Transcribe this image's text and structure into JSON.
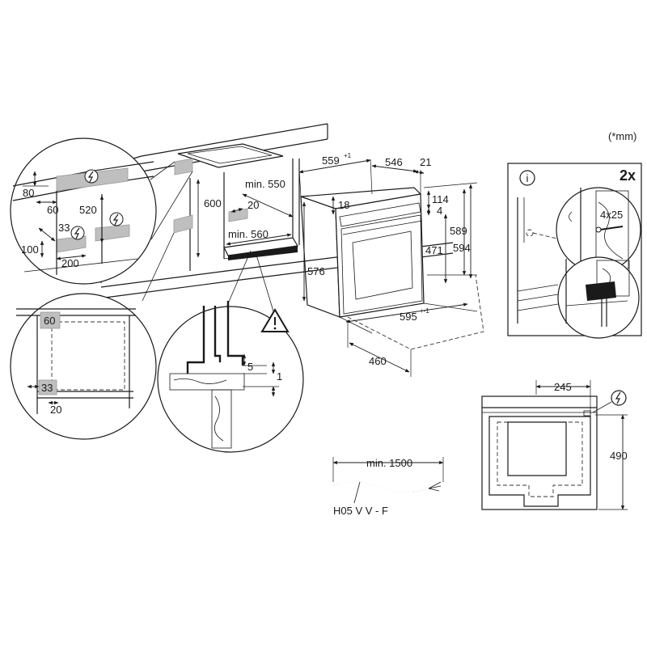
{
  "units_note": "(*mm)",
  "count_label": "2x",
  "info_glyph": "i",
  "icons": {
    "info": "info-icon",
    "electric": "electric-hazard-icon",
    "warning": "warning-triangle-icon"
  },
  "cabinet": {
    "min_depth": "min. 550",
    "min_width": "min. 560",
    "height": "600",
    "gap": "20"
  },
  "socket_detail": {
    "top_offset": "80",
    "offset_60": "60",
    "height_520": "520",
    "offset_33": "33",
    "offset_100": "100",
    "width_200": "200"
  },
  "side_detail": {
    "top_box": "60",
    "bottom_box": "33",
    "bottom_offset": "20"
  },
  "gap_detail": {
    "gap": "5",
    "step": "1"
  },
  "oven": {
    "depth_559": "559",
    "tol_559": "+1",
    "depth_546": "546",
    "front_21": "21",
    "dim_18": "18",
    "dim_114": "114",
    "dim_4": "4",
    "height_471": "471",
    "height_589": "589",
    "height_594": "594",
    "height_576": "576",
    "width_595": "595",
    "tol_595": "+-1",
    "depth_460": "460"
  },
  "screw": {
    "spec": "4x25"
  },
  "front_view": {
    "width_245": "245",
    "height_490": "490"
  },
  "cable": {
    "min_length": "min. 1500",
    "type": "H05 V V - F"
  }
}
